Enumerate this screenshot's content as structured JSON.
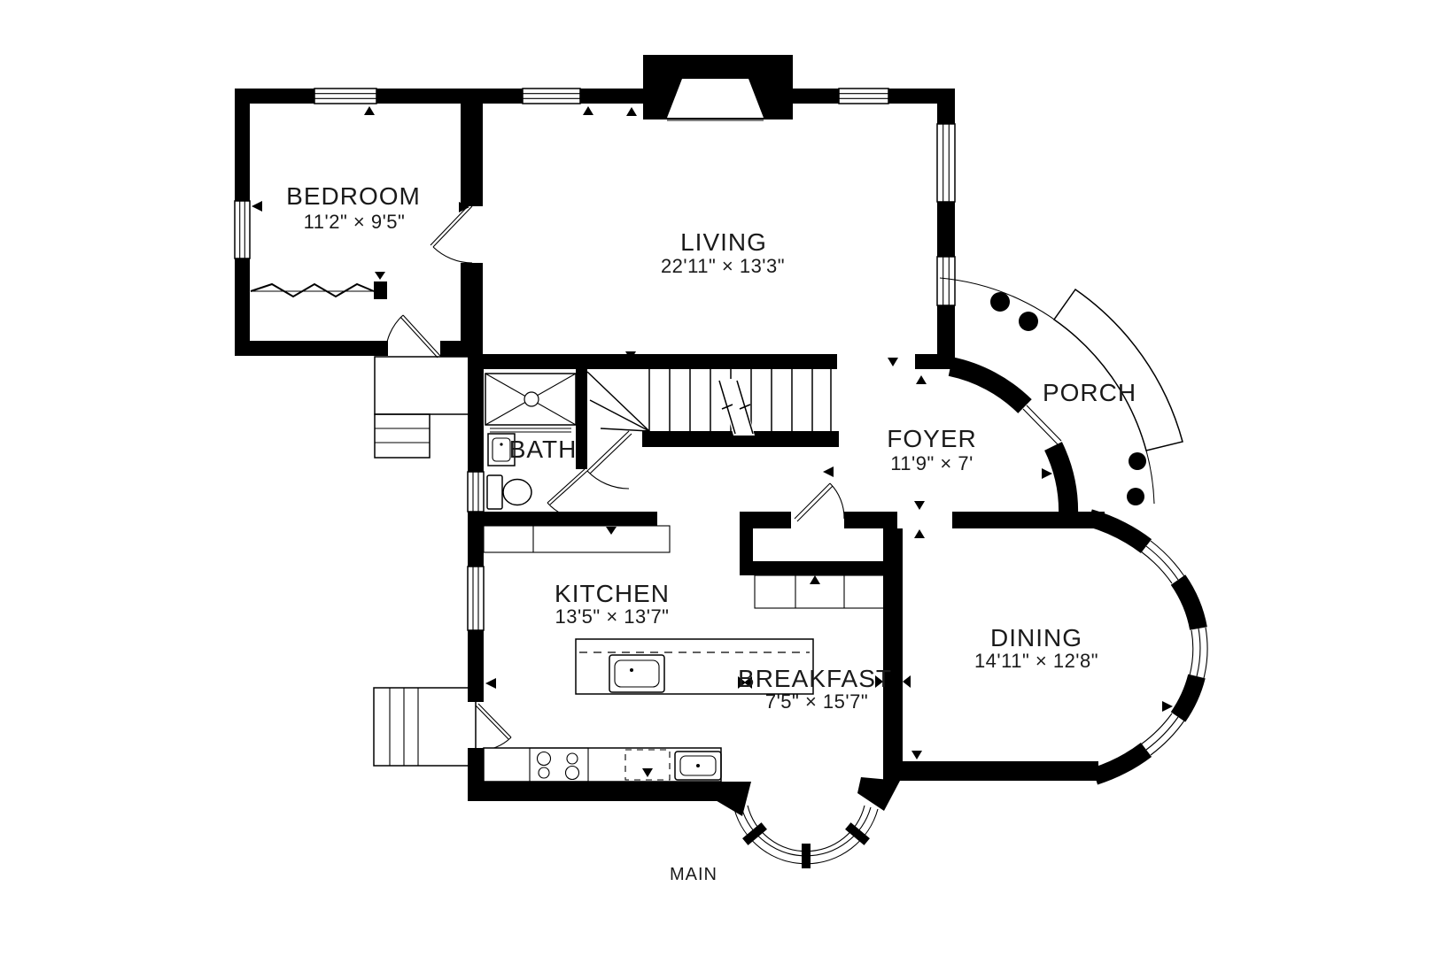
{
  "floor_plan": {
    "floor_label": "MAIN",
    "rooms": [
      {
        "name": "BEDROOM",
        "dims": "11'2\" × 9'5\""
      },
      {
        "name": "LIVING",
        "dims": "22'11\" × 13'3\""
      },
      {
        "name": "PORCH",
        "dims": ""
      },
      {
        "name": "BATH",
        "dims": ""
      },
      {
        "name": "FOYER",
        "dims": "11'9\" × 7'"
      },
      {
        "name": "KITCHEN",
        "dims": "13'5\" × 13'7\""
      },
      {
        "name": "BREAKFAST",
        "dims": "7'5\" × 15'7\""
      },
      {
        "name": "DINING",
        "dims": "14'11\" × 12'8\""
      }
    ],
    "colors": {
      "wall": "#000000",
      "background": "#ffffff",
      "label_text": "#1a1a1a"
    }
  }
}
